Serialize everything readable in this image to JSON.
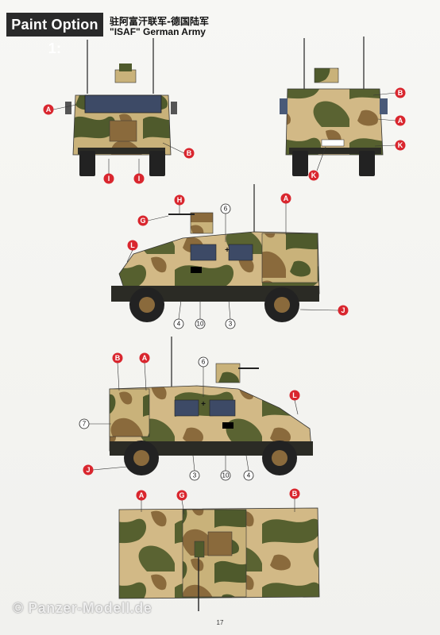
{
  "header": {
    "option_label": "Paint Option 1:",
    "title_cn": "驻阿富汗联军-德国陆军",
    "title_en": "\"ISAF\" German Army"
  },
  "colors": {
    "sand": "#c9b27a",
    "green": "#4f5a2c",
    "brown": "#8a6a3c",
    "dark": "#2b2b25",
    "callout_red": "#d9262e"
  },
  "callouts": {
    "front": [
      "A",
      "B",
      "I",
      "I"
    ],
    "rear": [
      "B",
      "A",
      "K",
      "K"
    ],
    "left": [
      "H",
      "G",
      "L",
      "A",
      "J",
      "6",
      "4",
      "10",
      "3"
    ],
    "right": [
      "B",
      "A",
      "6",
      "L",
      "7",
      "J",
      "3",
      "10",
      "4"
    ],
    "top": [
      "A",
      "G",
      "B"
    ]
  },
  "watermark": "© Panzer-Modell.de",
  "page_number": "17"
}
